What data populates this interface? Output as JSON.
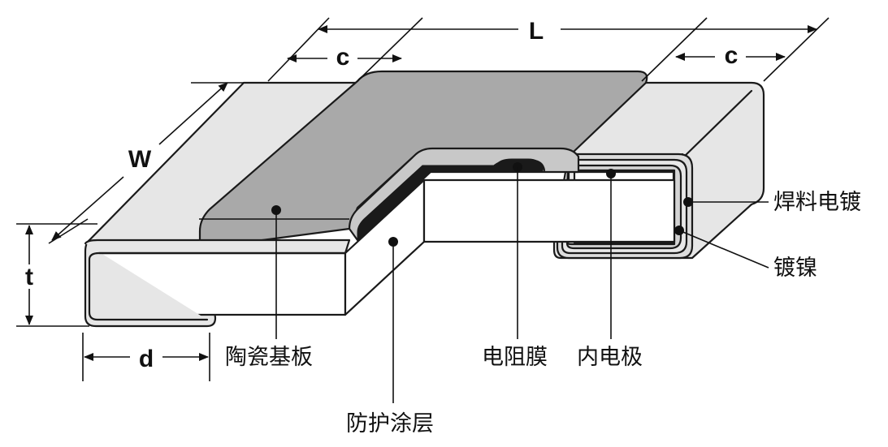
{
  "dimensions": {
    "length": "L",
    "width": "W",
    "thickness": "t",
    "terminal_top": "c",
    "terminal_bottom": "d"
  },
  "labels": {
    "ceramic_substrate": "陶瓷基板",
    "protective_coating": "防护涂层",
    "resistive_film": "电阻膜",
    "inner_electrode": "内电极",
    "solder_plating": "焊料电镀",
    "nickel_plating": "镀镍"
  },
  "colors": {
    "ceramic": "#ffffff",
    "termination": "#e6e6e6",
    "coating": "#a9a9a9",
    "film": "#1a1a1a",
    "outline": "#1a1a1a"
  }
}
